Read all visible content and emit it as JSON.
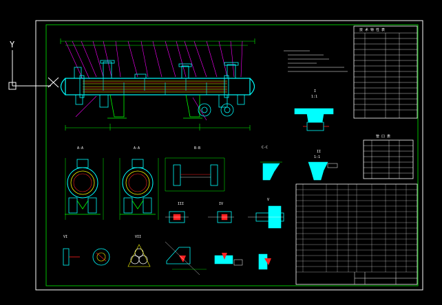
{
  "canvas": {
    "background": "#000000",
    "colors": {
      "frame": "#ffffff",
      "border": "#00c000",
      "shell": "#00ffff",
      "dim": "#00ff00",
      "leader": "#ff00ff",
      "yellow": "#ffff00",
      "red": "#ff2020",
      "white": "#ffffff",
      "blue": "#4060ff"
    }
  },
  "ucs": {
    "axis_label": "Y",
    "icon": "ucs-axis-icon"
  },
  "views": {
    "section_a": "A-A",
    "section_a2": "A-A",
    "section_b": "B-B",
    "section_c": "C-C",
    "detail_1": "I",
    "detail_2": "II",
    "detail_3": "III",
    "detail_4": "IV",
    "detail_5": "V",
    "detail_6": "VI",
    "detail_7": "VII",
    "view_1": "1:1",
    "view_2": "1:1"
  },
  "tables": {
    "summary_title": "技 术 特 性 表",
    "mid_title": "管 口 表",
    "parts_title": "明 细 表"
  }
}
